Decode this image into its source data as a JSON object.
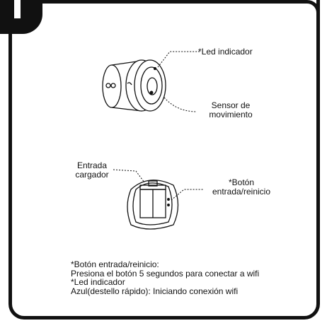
{
  "badge": {
    "number": "1"
  },
  "device_top": {
    "led_label": "*Led indicador",
    "sensor_label_line1": "Sensor de",
    "sensor_label_line2": "movimiento"
  },
  "device_back": {
    "charger_label_line1": "Entrada",
    "charger_label_line2": "cargador",
    "button_label_line1": "*Botón",
    "button_label_line2": "entrada/reinicio"
  },
  "notes": [
    "*Botón entrada/reinicio:",
    "Presiona el botón 5 segundos para conectar a wifi",
    "*Led indicador",
    "Azul(destello rápido): Iniciando conexión wifi"
  ],
  "colors": {
    "stroke": "#111111",
    "background": "#ffffff"
  }
}
